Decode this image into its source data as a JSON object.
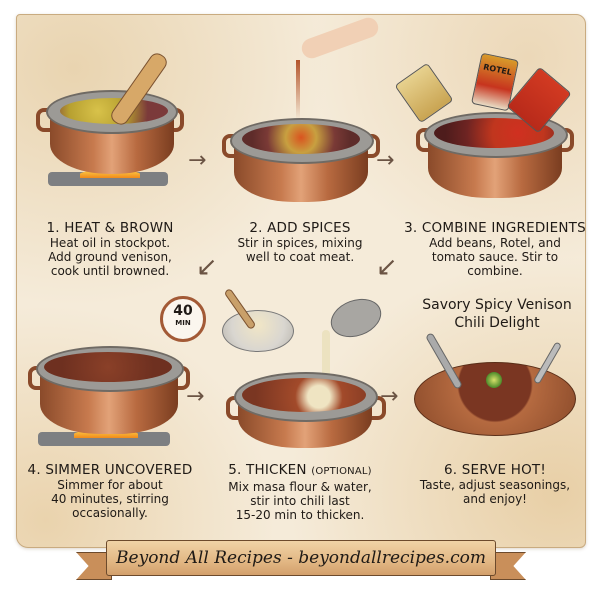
{
  "steps": [
    {
      "title": "1. HEAT & BROWN",
      "text_lines": [
        "Heat oil in stockpot.",
        "Add ground venison,",
        "cook until browned."
      ]
    },
    {
      "title": "2. ADD SPICES",
      "text_lines": [
        "Stir in spices, mixing",
        "well to coat meat."
      ]
    },
    {
      "title": "3. COMBINE INGREDIENTS",
      "text_lines": [
        "Add beans, Rotel, and",
        "tomato sauce. Stir to",
        "combine."
      ]
    },
    {
      "title": "4. SIMMER UNCOVERED",
      "text_lines": [
        "Simmer for about",
        "40 minutes, stirring",
        "occasionally."
      ]
    },
    {
      "title": "5. THICKEN",
      "title_note": "(OPTIONAL)",
      "text_lines": [
        "Mix masa flour & water,",
        "stir into chili last",
        "15-20 min to thicken."
      ]
    },
    {
      "title": "6. SERVE HOT!",
      "text_lines": [
        "Taste, adjust seasonings,",
        "and enjoy!"
      ]
    }
  ],
  "timer": {
    "value": "40",
    "unit": "MIN"
  },
  "dish_title": {
    "line1": "Savory Spicy Venison",
    "line2": "Chili Delight"
  },
  "cans": {
    "rotel_label": "ROTEL"
  },
  "banner": {
    "text": "Beyond All Recipes - beyondallrecipes.com"
  },
  "arrows": {
    "right": "→",
    "down_left": "↙"
  },
  "colors": {
    "paper": "#f5ebd9",
    "copper": "#b86a40",
    "text": "#1f1a16",
    "banner": "#e2b784"
  }
}
